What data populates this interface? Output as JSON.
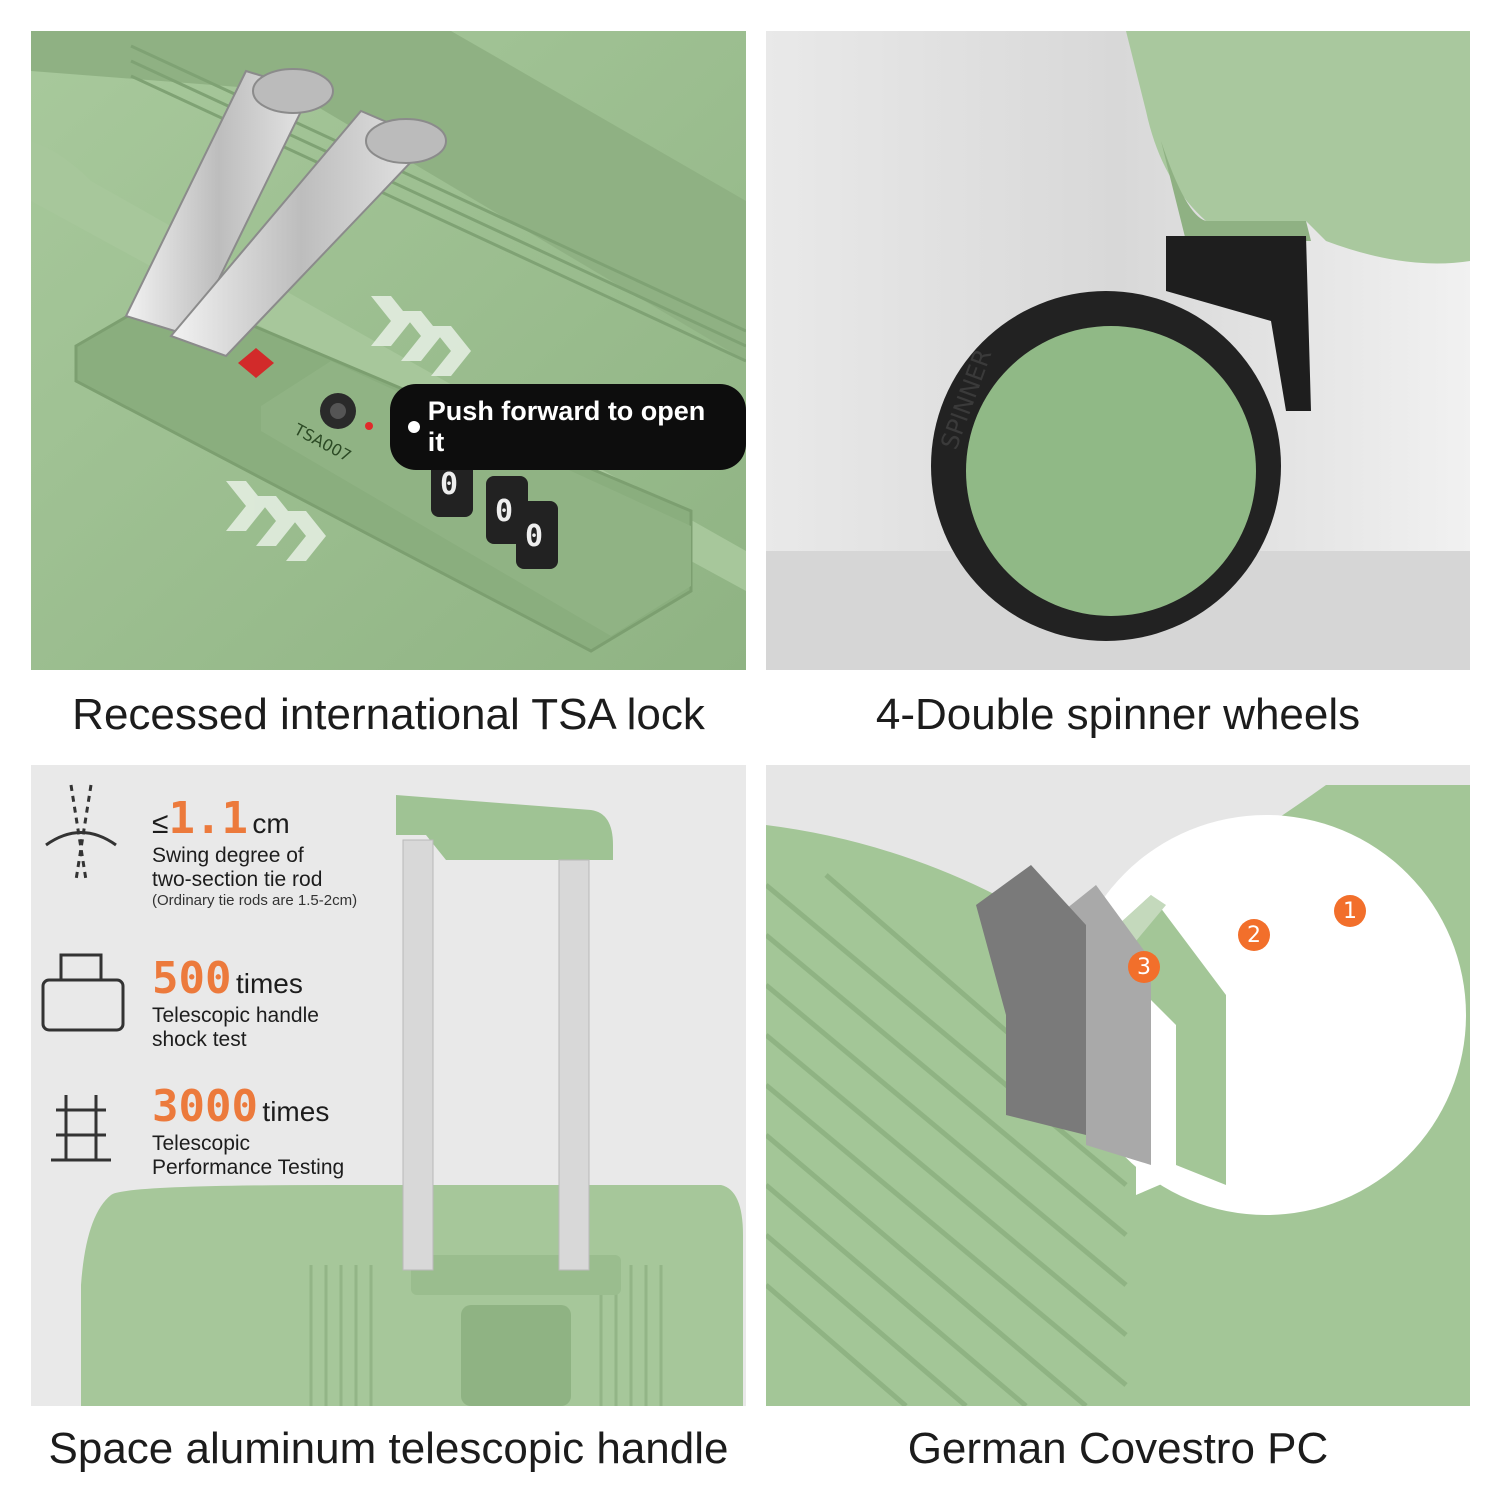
{
  "panels": [
    {
      "caption": "Recessed international TSA lock",
      "callout": "Push forward to open it",
      "lock_label": "TSA007",
      "dials": [
        "0",
        "0",
        "0"
      ]
    },
    {
      "caption": "4-Double spinner wheels"
    },
    {
      "caption": "Space aluminum telescopic handle",
      "specs": [
        {
          "prefix": "≤",
          "value": "1.1",
          "unit": "cm",
          "desc_line1": "Swing degree of",
          "desc_line2": "two-section tie rod",
          "note": "(Ordinary tie rods are 1.5-2cm)"
        },
        {
          "value": "500",
          "unit": "times",
          "desc_line1": "Telescopic handle",
          "desc_line2": "shock test"
        },
        {
          "value": "3000",
          "unit": "times",
          "desc_line1": "Telescopic",
          "desc_line2": "Performance Testing"
        }
      ]
    },
    {
      "caption": "German Covestro PC",
      "layers": [
        "1",
        "2",
        "3"
      ]
    }
  ],
  "colors": {
    "shell_green": "#9cbf90",
    "accent_orange": "#ec7a3c",
    "badge_orange": "#f26f2b",
    "pill_black": "#0d0d0d"
  },
  "icons": [
    "tsa-lock-icon",
    "swing-rod-icon",
    "handle-shock-icon",
    "telescopic-icon",
    "speech-bubble-icon"
  ]
}
